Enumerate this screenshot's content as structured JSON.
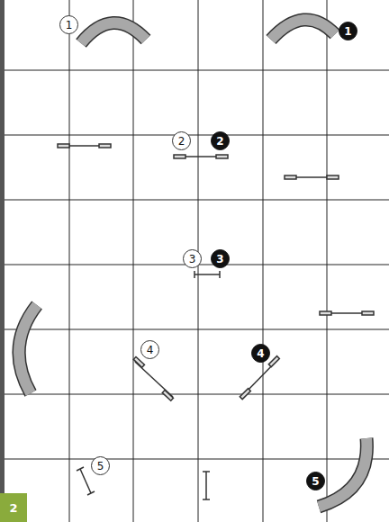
{
  "diagram": {
    "labels": [
      "1",
      "1",
      "2",
      "2",
      "3",
      "3",
      "4",
      "4",
      "5",
      "5",
      "2"
    ]
  }
}
